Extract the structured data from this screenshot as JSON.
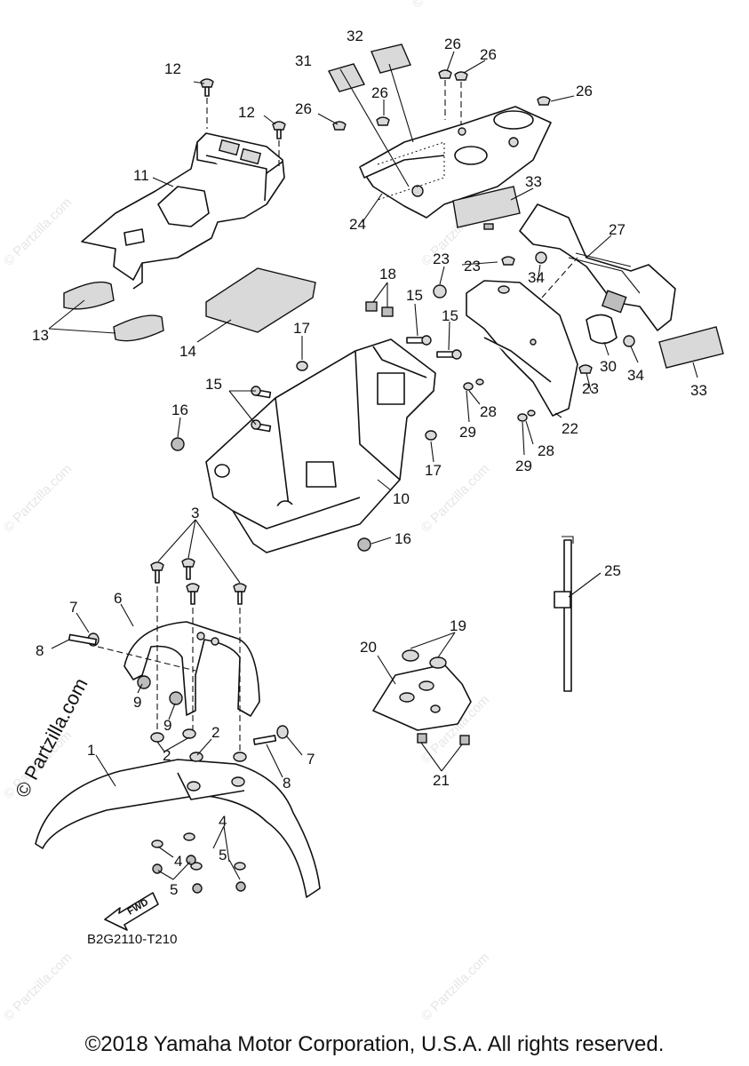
{
  "diagram": {
    "callouts": [
      "1",
      "2",
      "2",
      "3",
      "4",
      "4",
      "5",
      "5",
      "6",
      "7",
      "7",
      "8",
      "8",
      "9",
      "9",
      "10",
      "11",
      "12",
      "12",
      "13",
      "14",
      "15",
      "15",
      "15",
      "16",
      "16",
      "17",
      "17",
      "18",
      "19",
      "20",
      "21",
      "22",
      "23",
      "23",
      "23",
      "24",
      "25",
      "26",
      "26",
      "26",
      "26",
      "26",
      "27",
      "28",
      "28",
      "29",
      "29",
      "30",
      "31",
      "32",
      "33",
      "33",
      "34",
      "34"
    ],
    "figure_code": "B2G2110-T210",
    "fwd_arrow_label": "FWD",
    "watermark_text": "© Partzilla.com",
    "side_watermark": "© Partzilla.com",
    "copyright": "©2018 Yamaha Motor Corporation, U.S.A. All rights reserved."
  }
}
